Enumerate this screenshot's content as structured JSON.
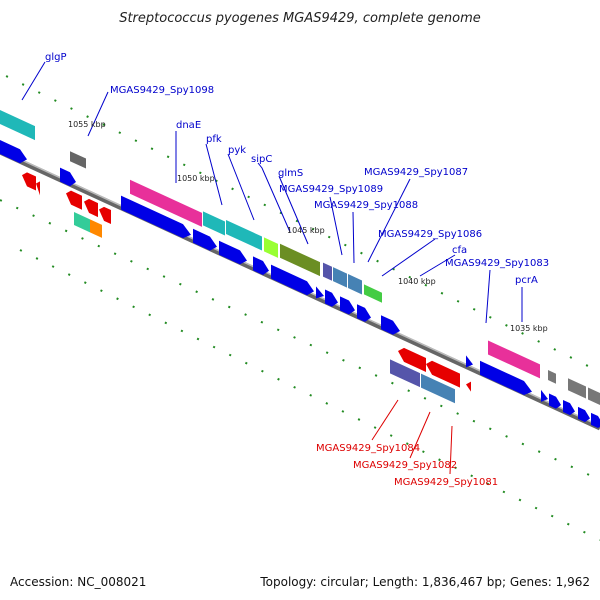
{
  "title": "Streptococcus pyogenes MGAS9429, complete genome",
  "footer": {
    "accession": "Accession: NC_008021",
    "topology": "Topology: circular; Length: 1,836,467 bp; Genes: 1,962"
  },
  "colors": {
    "forward_label": "#0000cc",
    "reverse_label": "#dd0000",
    "backbone": "#888888",
    "tick": "#228b22"
  },
  "ticks": [
    "1055 kbp",
    "1050 kbp",
    "1045 kbp",
    "1040 kbp",
    "1035 kbp"
  ],
  "forward_labels": [
    "glgP",
    "MGAS9429_Spy1098",
    "dnaE",
    "pfk",
    "pyk",
    "sipC",
    "glmS",
    "MGAS9429_Spy1089",
    "MGAS9429_Spy1087",
    "MGAS9429_Spy1088",
    "MGAS9429_Spy1086",
    "cfa",
    "MGAS9429_Spy1083",
    "pcrA"
  ],
  "reverse_labels": [
    "MGAS9429_Spy1084",
    "MGAS9429_Spy1082",
    "MGAS9429_Spy1081"
  ]
}
